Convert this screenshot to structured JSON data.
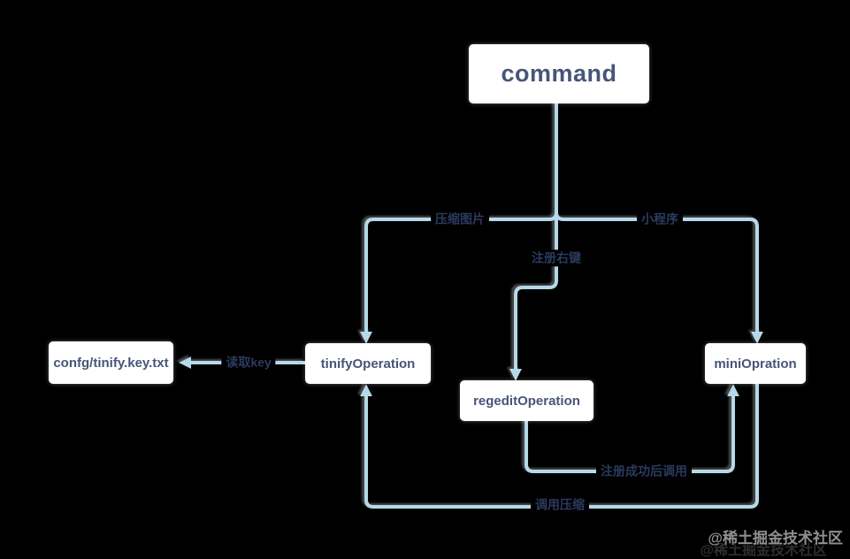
{
  "colors": {
    "background": "#000000",
    "node_bg": "#ffffff",
    "node_text": "#47557a",
    "edge_line": "#b5d9e8",
    "edge_label_text": "#2b3a5f",
    "watermark_text": "#8f8f8f"
  },
  "diagram": {
    "type": "flowchart",
    "nodes": [
      {
        "id": "command",
        "label": "command"
      },
      {
        "id": "confg",
        "label": "confg/tinify.key.txt"
      },
      {
        "id": "tinifyOperation",
        "label": "tinifyOperation"
      },
      {
        "id": "regeditOperation",
        "label": "regeditOperation"
      },
      {
        "id": "miniOpration",
        "label": "miniOpration"
      }
    ],
    "edge_labels": [
      {
        "text": "压缩图片",
        "from": "command",
        "to": "tinifyOperation"
      },
      {
        "text": "小程序",
        "from": "command",
        "to": "miniOpration"
      },
      {
        "text": "注册右键",
        "from": "command",
        "to": "regeditOperation"
      },
      {
        "text": "读取key",
        "from": "tinifyOperation",
        "to": "confg/tinify.key.txt"
      },
      {
        "text": "注册成功后调用",
        "from": "regeditOperation",
        "to": "miniOpration"
      },
      {
        "text": "调用压缩",
        "from": "miniOpration",
        "to": "tinifyOperation"
      }
    ]
  },
  "watermark": {
    "text": "@稀土掘金技术社区"
  }
}
